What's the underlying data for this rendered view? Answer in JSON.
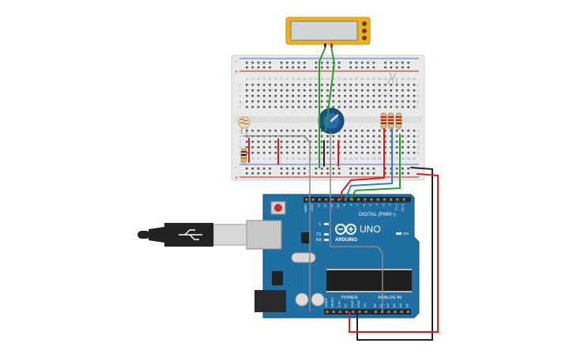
{
  "arduino": {
    "model": "UNO",
    "brand": "ARDUINO",
    "digital_label": "DIGITAL (PWM~)",
    "analog_label": "ANALOG IN",
    "power_label": "POWER",
    "on_label": "ON",
    "led_labels": [
      "L",
      "TX",
      "RX"
    ],
    "top_pin_labels": [
      "AREF",
      "GND",
      "13",
      "12",
      "~11",
      "~10",
      "~9",
      "8",
      "7",
      "~6",
      "~5",
      "4",
      "~3",
      "2",
      "TX 1",
      "RX 0"
    ],
    "bottom_pin_labels": [
      "IOREF",
      "RESET",
      "3.3V",
      "5V",
      "GND",
      "GND",
      "Vin",
      "A0",
      "A1",
      "A2",
      "A3",
      "A4",
      "A5"
    ]
  },
  "breadboard": {
    "col_numbers": [
      "1",
      "2",
      "3",
      "4",
      "5",
      "6",
      "7",
      "8",
      "9",
      "10",
      "11",
      "12",
      "13",
      "14",
      "15",
      "16",
      "17",
      "18",
      "19",
      "20",
      "21",
      "22",
      "23",
      "24",
      "25",
      "26",
      "27",
      "28",
      "29",
      "30"
    ],
    "row_letters_top": [
      "j",
      "i",
      "h",
      "g",
      "f"
    ],
    "row_letters_bottom": [
      "e",
      "d",
      "c",
      "b",
      "a"
    ],
    "rail_plus": "+",
    "rail_minus": "-"
  },
  "colors": {
    "board_blue": "#1f6fa3",
    "breadboard": "#e9e9e9",
    "wire_red": "#d02020",
    "wire_black": "#222222",
    "wire_green": "#2aa02a",
    "wire_blue": "#2f7fd0",
    "wire_grey": "#8a8a8a",
    "lcd_frame": "#f2b01e"
  }
}
